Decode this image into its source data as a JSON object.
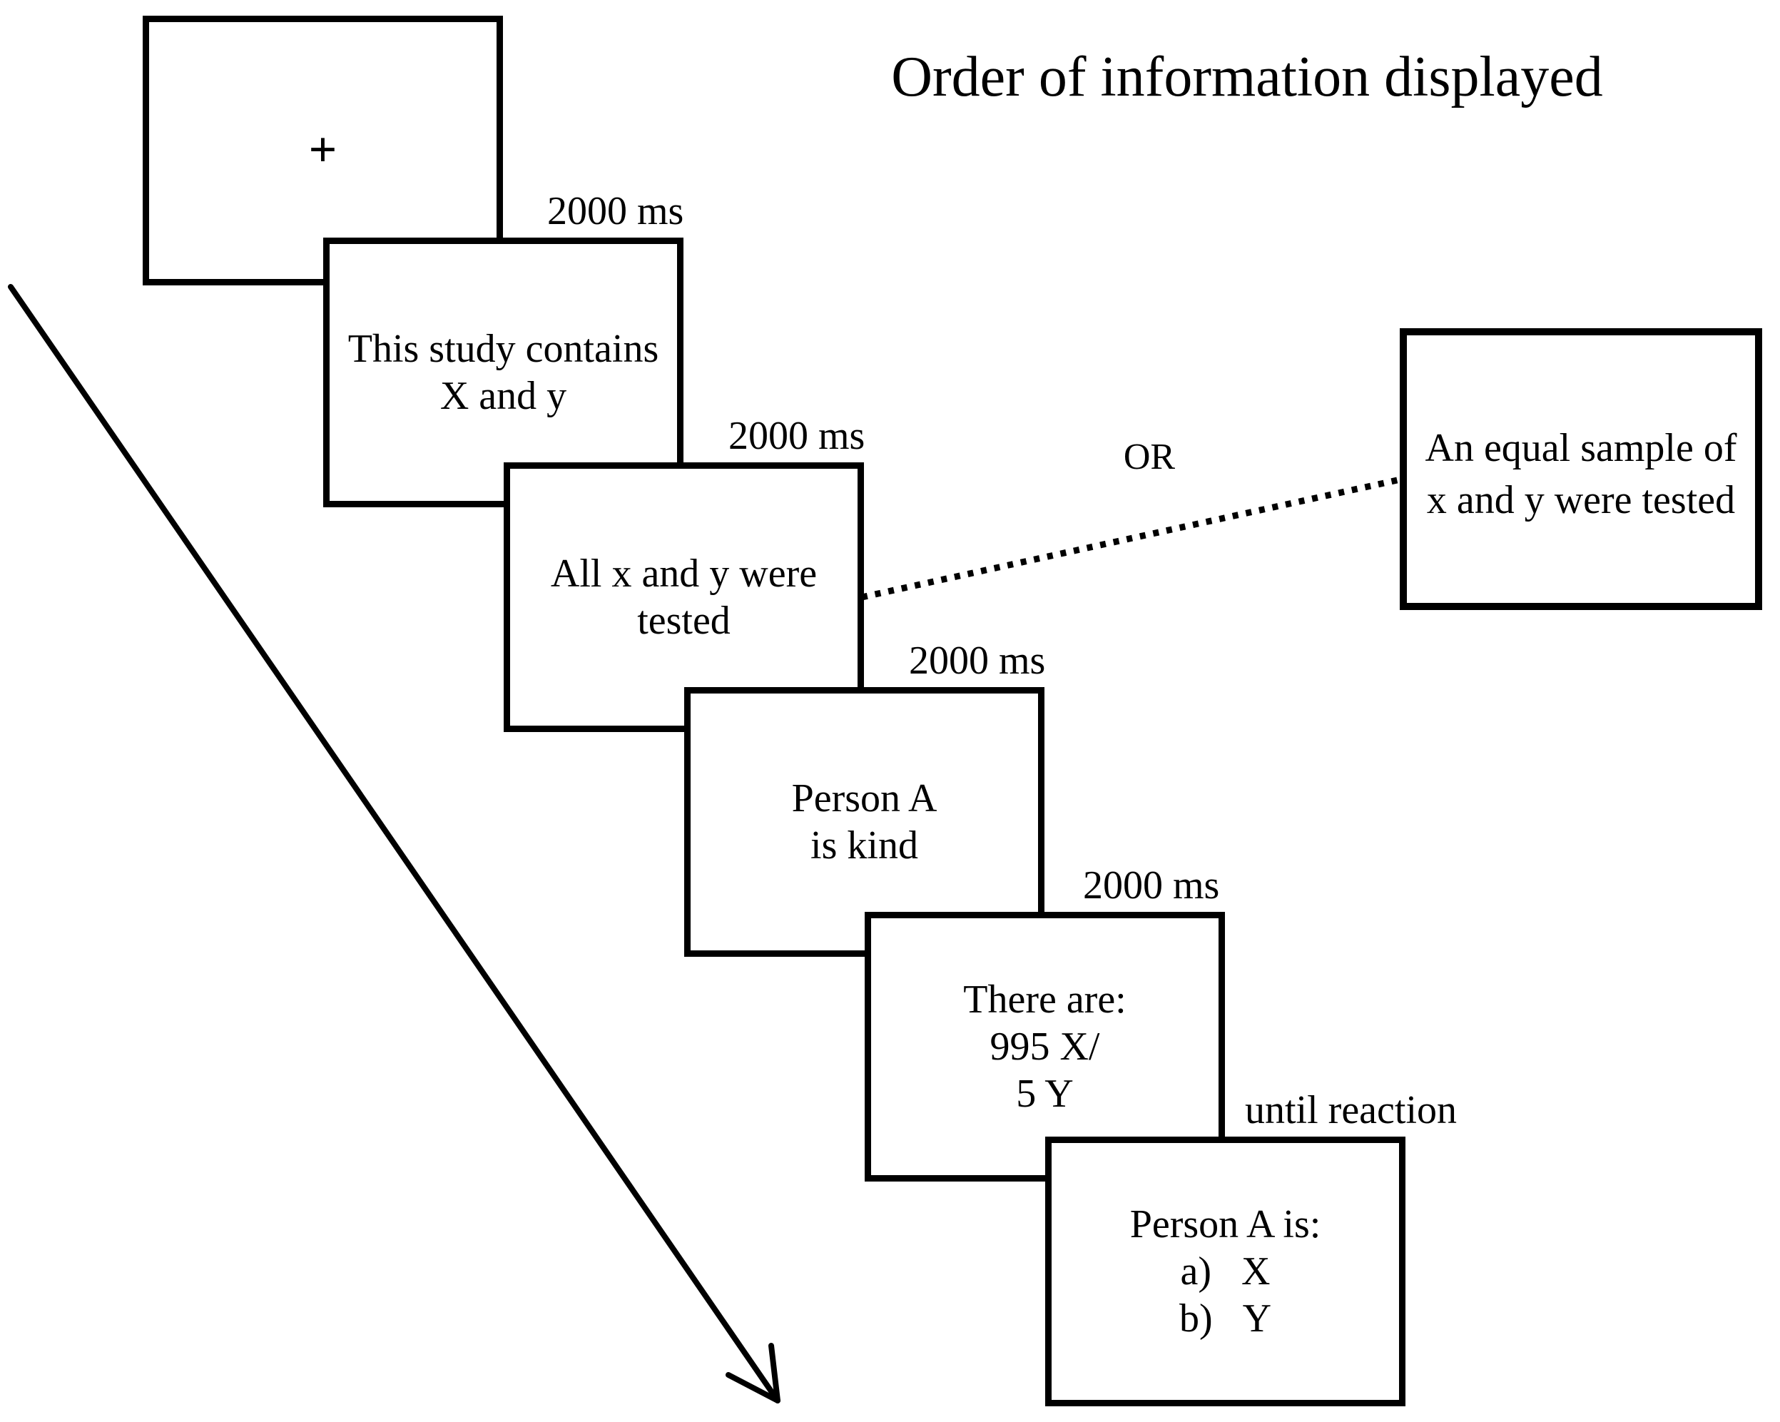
{
  "palette": {
    "ink": "#000000",
    "paper": "#ffffff"
  },
  "title": "Order of information displayed",
  "sequence": [
    {
      "name": "fixation",
      "text": "+",
      "duration": "2000 ms"
    },
    {
      "name": "study-contents",
      "text": "This study contains\nX and y",
      "duration": "2000 ms"
    },
    {
      "name": "sample-tested",
      "text": "All x and y were\ntested",
      "duration": "2000 ms"
    },
    {
      "name": "trait",
      "text": "Person A\nis kind",
      "duration": "2000 ms"
    },
    {
      "name": "base-rates",
      "text": "There are:\n995 X/\n5 Y",
      "duration": "until reaction"
    },
    {
      "name": "choice",
      "text": "Person A is:\na)   X\nb)   Y",
      "duration": null
    }
  ],
  "alternative": {
    "or_label": "OR",
    "text": "An equal sample of\nx and y were tested"
  }
}
